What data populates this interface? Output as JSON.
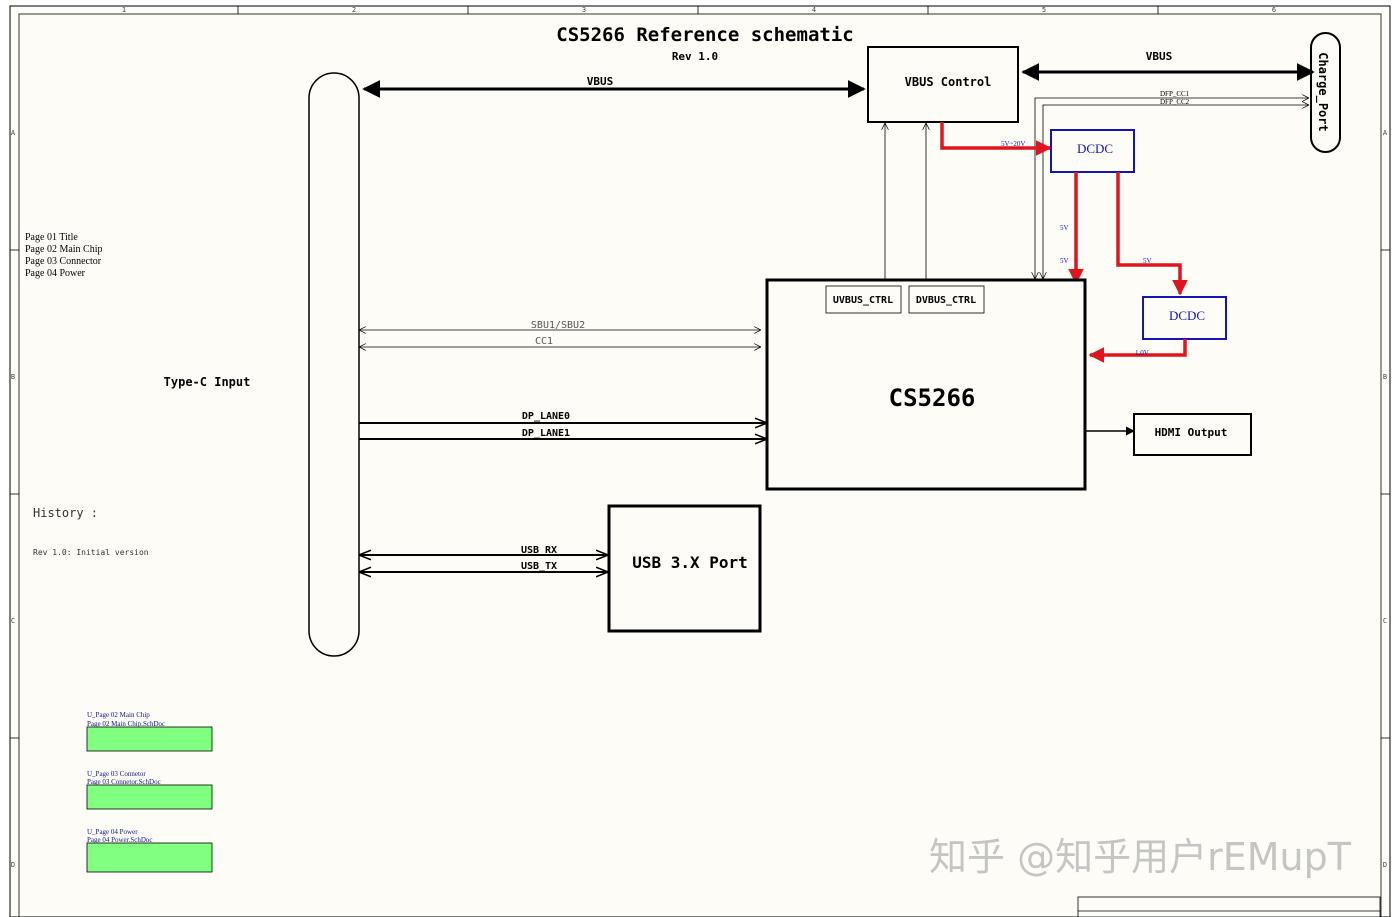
{
  "title": "CS5266 Reference schematic",
  "revision": "Rev 1.0",
  "grid": {
    "columns": [
      "1",
      "2",
      "3",
      "4",
      "5",
      "6"
    ],
    "rows": [
      "A",
      "B",
      "C",
      "D"
    ]
  },
  "page_index": [
    "Page 01 Title",
    "Page 02 Main Chip",
    "Page 03 Connector",
    "Page 04 Power"
  ],
  "history": {
    "heading": "History :",
    "entries": [
      "Rev 1.0: Initial version"
    ]
  },
  "blocks": {
    "typec": "Type-C Input",
    "vbus_control": "VBUS Control",
    "charge_port": "Charge_Port",
    "dcdc_1": "DCDC",
    "dcdc_2": "DCDC",
    "main_chip": "CS5266",
    "uvbus_ctrl": "UVBUS_CTRL",
    "dvbus_ctrl": "DVBUS_CTRL",
    "hdmi": "HDMI Output",
    "usb_port": "USB 3.X Port"
  },
  "nets": {
    "vbus_left": "VBUS",
    "vbus_right": "VBUS",
    "dfp_cc1": "DFP_CC1",
    "dfp_cc2": "DFP_CC2",
    "v_5_20": "5V~20V",
    "v_5a": "5V",
    "v_5b": "5V",
    "v_5c": "5V",
    "v_1v": "1.0V",
    "sbu": "SBU1/SBU2",
    "cc1": "CC1",
    "dp_lane0": "DP_LANE0",
    "dp_lane1": "DP_LANE1",
    "usb_rx": "USB_RX",
    "usb_tx": "USB_TX"
  },
  "sheet_symbols": [
    {
      "designator": "U_Page 02 Main Chip",
      "file": "Page 02 Main Chip.SchDoc"
    },
    {
      "designator": "U_Page 03 Connetor",
      "file": "Page 03 Connetor.SchDoc"
    },
    {
      "designator": "U_Page 04 Power",
      "file": "Page 04 Power.SchDoc"
    }
  ],
  "watermark": "知乎 @知乎用户rEMupT",
  "colors": {
    "sheet_bg": "#fdfcf7",
    "ink": "#000000",
    "power_path": "#e0141e",
    "dcdc_border": "#1414b4",
    "sheet_symbol_fill": "#80ff80",
    "sheet_symbol_text": "#14148c"
  }
}
